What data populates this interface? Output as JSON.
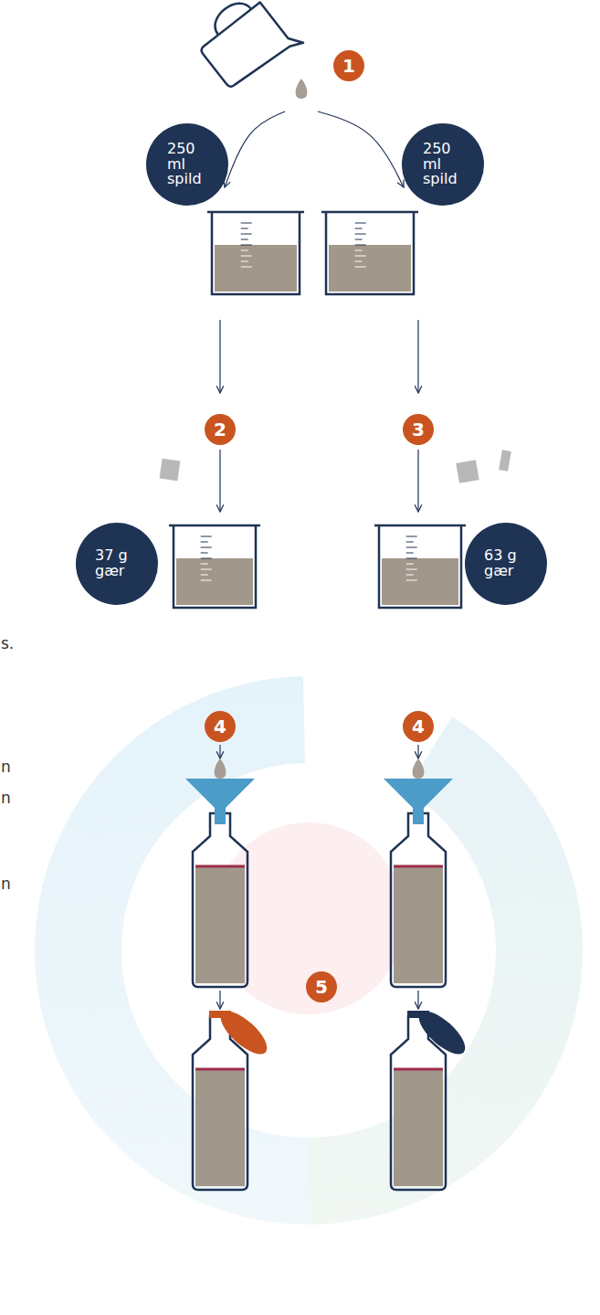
{
  "diagram": {
    "nodes": [
      {
        "text": [
          "1"
        ]
      },
      {
        "text": [
          "250 ml spild"
        ]
      },
      {
        "text": [
          "250 ml spild"
        ]
      },
      {
        "text": [
          "2"
        ]
      },
      {
        "text": [
          "3"
        ]
      },
      {
        "text": [
          "37 g gær"
        ]
      },
      {
        "text": [
          "63 g gær"
        ]
      },
      {
        "text": [
          "4"
        ]
      },
      {
        "text": [
          "4"
        ]
      },
      {
        "text": [
          "5"
        ]
      }
    ],
    "labels": [
      "s.",
      "n",
      "n",
      "n"
    ]
  }
}
